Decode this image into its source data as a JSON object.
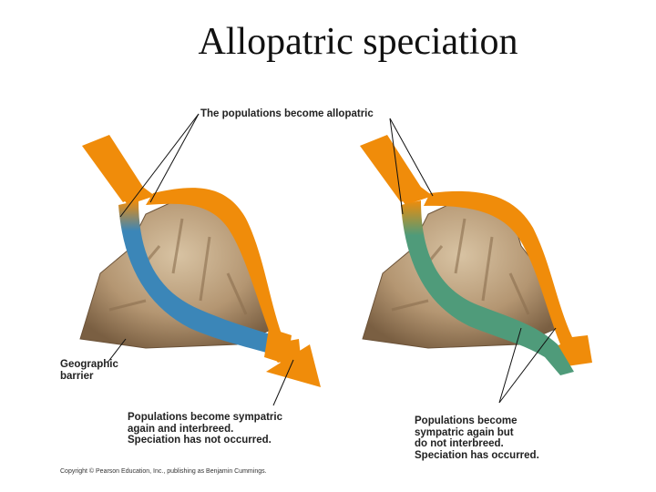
{
  "title": "Allopatric speciation",
  "labels": {
    "allopatric": "The populations become allopatric",
    "barrier": "Geographic\nbarrier",
    "left_outcome": "Populations become sympatric\nagain and interbreed.\nSpeciation has not occurred.",
    "right_outcome": "Populations become\nsympatric again but\ndo not interbreed.\nSpeciation has occurred.",
    "copyright": "Copyright © Pearson Education, Inc., publishing as Benjamin Cummings."
  },
  "colors": {
    "orange": "#f08c0a",
    "blue": "#3b86b8",
    "green": "#4f9b7a",
    "mountain": "#b79a74",
    "mountain_dark": "#7d6448"
  }
}
